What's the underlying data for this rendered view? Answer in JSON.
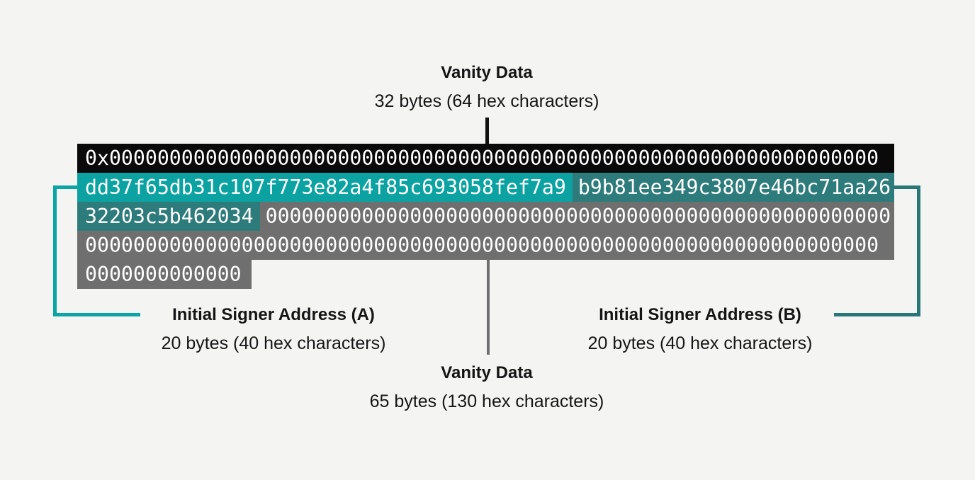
{
  "top_label": {
    "title": "Vanity Data",
    "subtitle": "32 bytes (64 hex characters)"
  },
  "bottom_label": {
    "title": "Vanity Data",
    "subtitle": "65 bytes (130 hex characters)"
  },
  "signer_a_label": {
    "title": "Initial Signer Address (A)",
    "subtitle": "20 bytes (40 hex characters)"
  },
  "signer_b_label": {
    "title": "Initial Signer Address (B)",
    "subtitle": "20 bytes (40 hex characters)"
  },
  "hex_rows": [
    {
      "segments": [
        {
          "text": "0x0000000000000000000000000000000000000000000000000000000000000000",
          "role": "salt-prefix-and-vanity-32-bytes",
          "color": "#0a0a0a"
        }
      ]
    },
    {
      "segments": [
        {
          "text": "dd37f65db31c107f773e82a4f85c693058fef7a9",
          "role": "initial-signer-address-a",
          "color": "#0ca2a2"
        },
        {
          "text": "b9b81ee349c3807e46bc71aa26",
          "role": "initial-signer-address-b-part-1",
          "color": "#2e7b7b"
        }
      ]
    },
    {
      "segments": [
        {
          "text": "32203c5b462034",
          "role": "initial-signer-address-b-part-2",
          "color": "#2e7b7b"
        },
        {
          "text": "0000000000000000000000000000000000000000000000000000",
          "role": "vanity-data-65-bytes-part-1",
          "color": "#6f6f6f"
        }
      ]
    },
    {
      "segments": [
        {
          "text": "000000000000000000000000000000000000000000000000000000000000000000",
          "role": "vanity-data-65-bytes-part-2",
          "color": "#6f6f6f"
        }
      ]
    },
    {
      "segments": [
        {
          "text": "0000000000000",
          "role": "vanity-data-65-bytes-part-3",
          "color": "#6f6f6f"
        }
      ]
    }
  ],
  "colors": {
    "background": "#f4f4f3",
    "row_black": "#0a0a0a",
    "teal_bright": "#0ca2a2",
    "teal_dark": "#2e7b7b",
    "gray": "#6f6f6f",
    "bracket_left": "#0ba5a5",
    "bracket_right": "#297676",
    "connector_top": "#111111",
    "connector_bottom": "#6f6f6f",
    "hex_text": "#ffffff",
    "label_text": "#151515"
  }
}
